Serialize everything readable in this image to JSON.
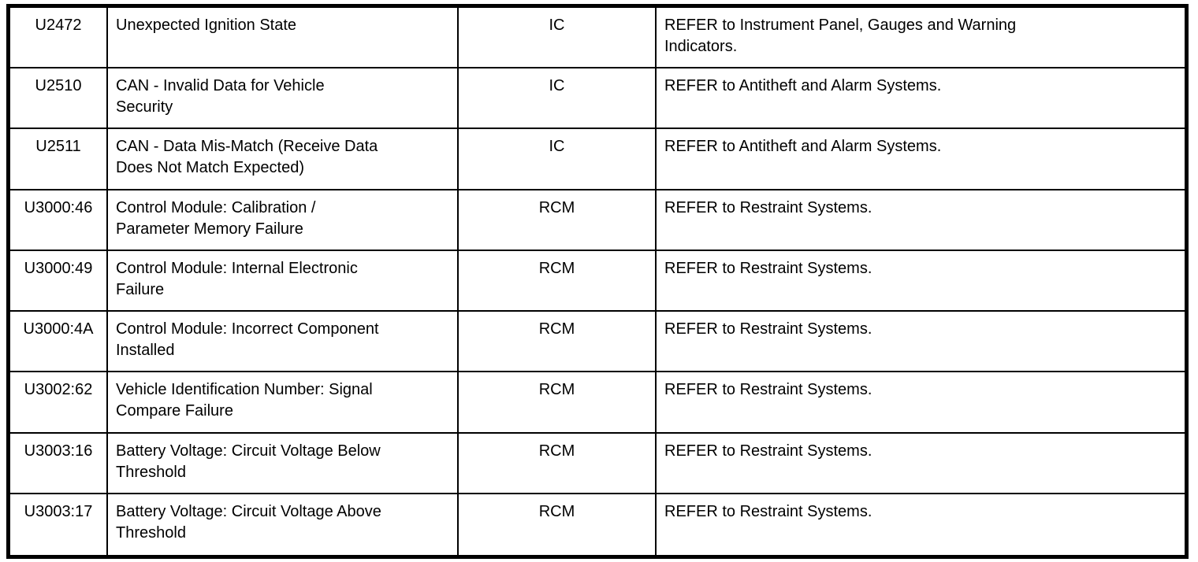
{
  "colors": {
    "border": "#000000",
    "text": "#000000",
    "background": "#ffffff"
  },
  "table": {
    "rows": [
      {
        "code": "U2472",
        "description": "Unexpected Ignition State",
        "module": "IC",
        "action": "REFER to Instrument Panel, Gauges and Warning\nIndicators."
      },
      {
        "code": "U2510",
        "description": "CAN - Invalid Data for Vehicle\nSecurity",
        "module": "IC",
        "action": "REFER to Antitheft and Alarm Systems."
      },
      {
        "code": "U2511",
        "description": "CAN - Data Mis-Match (Receive Data\nDoes Not Match Expected)",
        "module": "IC",
        "action": "REFER to Antitheft and Alarm Systems."
      },
      {
        "code": "U3000:46",
        "description": "Control Module: Calibration /\nParameter Memory Failure",
        "module": "RCM",
        "action": "REFER to Restraint Systems."
      },
      {
        "code": "U3000:49",
        "description": "Control Module: Internal Electronic\nFailure",
        "module": "RCM",
        "action": "REFER to Restraint Systems."
      },
      {
        "code": "U3000:4A",
        "description": "Control Module: Incorrect Component\nInstalled",
        "module": "RCM",
        "action": "REFER to Restraint Systems."
      },
      {
        "code": "U3002:62",
        "description": "Vehicle Identification Number: Signal\nCompare Failure",
        "module": "RCM",
        "action": "REFER to Restraint Systems."
      },
      {
        "code": "U3003:16",
        "description": "Battery Voltage: Circuit Voltage Below\nThreshold",
        "module": "RCM",
        "action": "REFER to Restraint Systems."
      },
      {
        "code": "U3003:17",
        "description": "Battery Voltage: Circuit Voltage Above\nThreshold",
        "module": "RCM",
        "action": "REFER to Restraint Systems."
      }
    ]
  }
}
